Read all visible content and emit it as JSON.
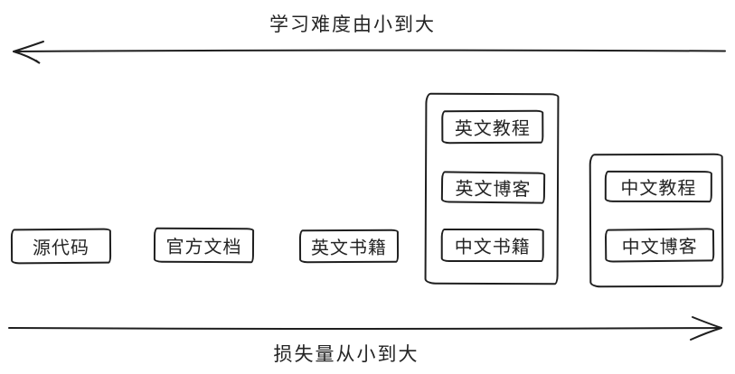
{
  "diagram": {
    "top_axis": {
      "label": "学习难度由小到大",
      "arrow_direction": "left"
    },
    "bottom_axis": {
      "label": "损失量从小到大",
      "arrow_direction": "right"
    },
    "standalone_boxes": [
      {
        "label": "源代码"
      },
      {
        "label": "官方文档"
      },
      {
        "label": "英文书籍"
      }
    ],
    "groups": [
      {
        "name": "group-middle",
        "items": [
          {
            "label": "英文教程"
          },
          {
            "label": "英文博客"
          },
          {
            "label": "中文书籍"
          }
        ]
      },
      {
        "name": "group-right",
        "items": [
          {
            "label": "中文教程"
          },
          {
            "label": "中文博客"
          }
        ]
      }
    ],
    "colors": {
      "stroke": "#1f1f1f",
      "background": "#ffffff"
    }
  }
}
